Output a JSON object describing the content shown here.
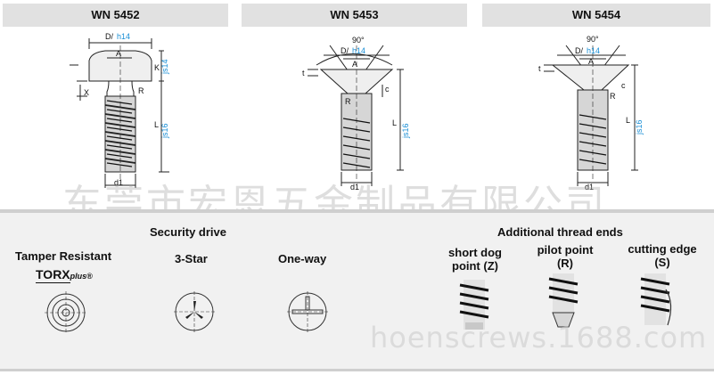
{
  "tabs": [
    {
      "label": "WN 5452"
    },
    {
      "label": "WN 5453"
    },
    {
      "label": "WN 5454"
    }
  ],
  "dimensions": {
    "d_h14": "D/h14",
    "D": "D/",
    "h14": "h14",
    "A": "A",
    "K": "K",
    "X": "X",
    "R": "R",
    "L": "L",
    "d1": "d1",
    "js14": "js14",
    "js16": "js16",
    "angle": "90°",
    "c": "c",
    "t": "t"
  },
  "watermark_cn": "东莞市宏恩五金制品有限公司",
  "watermark_web": "hoenscrews.1688.com",
  "security": {
    "tamper_resistant": "Tamper Resistant",
    "torx_logo_main": "TORX",
    "torx_logo_plus": "plus",
    "torx_logo_reg": "®",
    "heading": "Security drive",
    "three_star": "3-Star",
    "one_way": "One-way"
  },
  "thread_ends": {
    "heading": "Additional thread ends",
    "items": [
      {
        "line1": "short dog",
        "line2": "point (Z)"
      },
      {
        "line1": "pilot point",
        "line2": "(R)"
      },
      {
        "line1": "cutting edge",
        "line2": "(S)"
      }
    ]
  }
}
